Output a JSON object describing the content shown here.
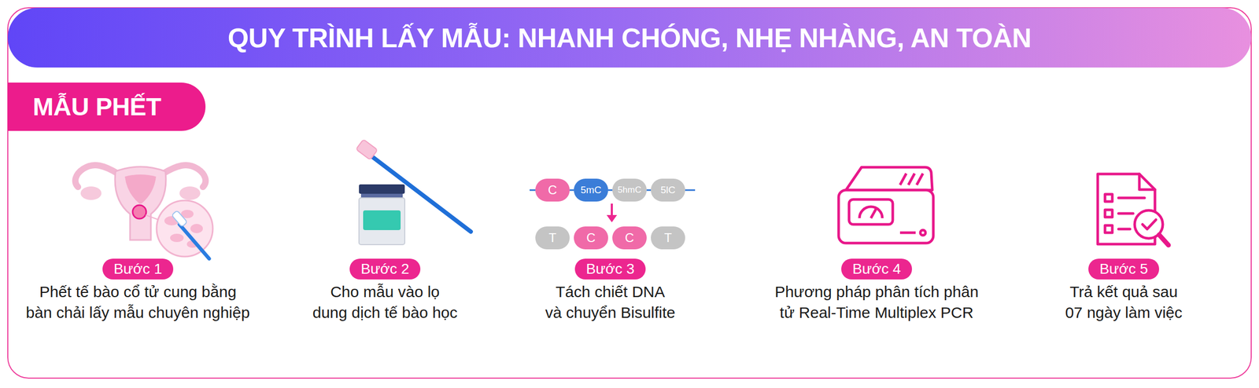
{
  "diagram": {
    "title": "QUY TRÌNH LẤY MẪU: NHANH CHÓNG, NHẸ NHÀNG, AN TOÀN",
    "nodes": [
      {
        "text": [
          "MẪU PHẾT"
        ]
      },
      {
        "text": [
          "Bước 1",
          "Phết tế bào cổ tử cung bằng bàn chải lấy mẫu chuyên nghiệp"
        ]
      },
      {
        "text": [
          "Bước 2",
          "Cho mẫu vào lọ dung dịch tế bào học"
        ]
      },
      {
        "text": [
          "C"
        ]
      },
      {
        "text": [
          "5mC"
        ]
      },
      {
        "text": [
          "5hmC"
        ]
      },
      {
        "text": [
          "5lC"
        ]
      },
      {
        "text": [
          "T"
        ]
      },
      {
        "text": [
          "C"
        ]
      },
      {
        "text": [
          "C"
        ]
      },
      {
        "text": [
          "T"
        ]
      },
      {
        "text": [
          "Bước 3",
          "Tách chiết DNA và chuyển Bisulfite"
        ]
      },
      {
        "text": [
          "Bước 4",
          "Phương pháp phân tích phân tử Real-Time Multiplex PCR"
        ]
      },
      {
        "text": [
          "Bước 5",
          "Trả kết quả sau 07 ngày làm việc"
        ]
      }
    ],
    "edges": [
      {
        "from": 3,
        "to": 4,
        "arrow": "none"
      },
      {
        "from": 4,
        "to": 5,
        "arrow": "none"
      },
      {
        "from": 5,
        "to": 6,
        "arrow": "none"
      }
    ]
  }
}
